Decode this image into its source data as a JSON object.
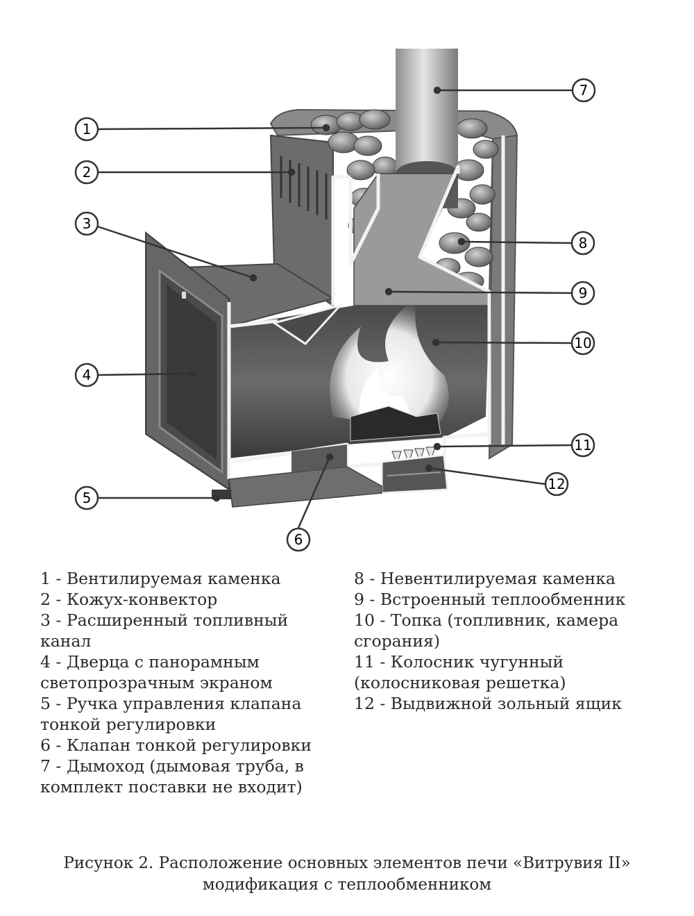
{
  "callouts": [
    {
      "num": "1"
    },
    {
      "num": "2"
    },
    {
      "num": "3"
    },
    {
      "num": "4"
    },
    {
      "num": "5"
    },
    {
      "num": "6"
    },
    {
      "num": "7"
    },
    {
      "num": "8"
    },
    {
      "num": "9"
    },
    {
      "num": "10"
    },
    {
      "num": "11"
    },
    {
      "num": "12"
    }
  ],
  "legend_left": [
    "1 - Вентилируемая каменка",
    "2 - Кожух-конвектор",
    "3 - Расширенный топливный канал",
    "4 - Дверца с панорамным светопрозрачным экраном",
    "5 - Ручка управления клапана тонкой регулировки",
    "6 - Клапан тонкой регулировки",
    "7 - Дымоход (дымовая труба, в комплект поставки не входит)"
  ],
  "legend_right": [
    "8 - Невентилируемая каменка",
    "9 - Встроенный теплообменник",
    "10 - Топка (топливник, камера сгорания)",
    "11 - Колосник чугунный (колосниковая решетка)",
    "12 - Выдвижной зольный ящик"
  ],
  "caption": {
    "line1": "Рисунок 2.  Расположение основных элементов печи «Витрувия II»",
    "line2": "модификация с теплообменником"
  },
  "colors": {
    "steel_dark": "#5b5b5b",
    "steel_mid": "#7d7d7d",
    "steel_light": "#b9b9b9",
    "cut_edge": "#f2f2f2",
    "flame": "#ffffff",
    "leader": "#333333"
  }
}
